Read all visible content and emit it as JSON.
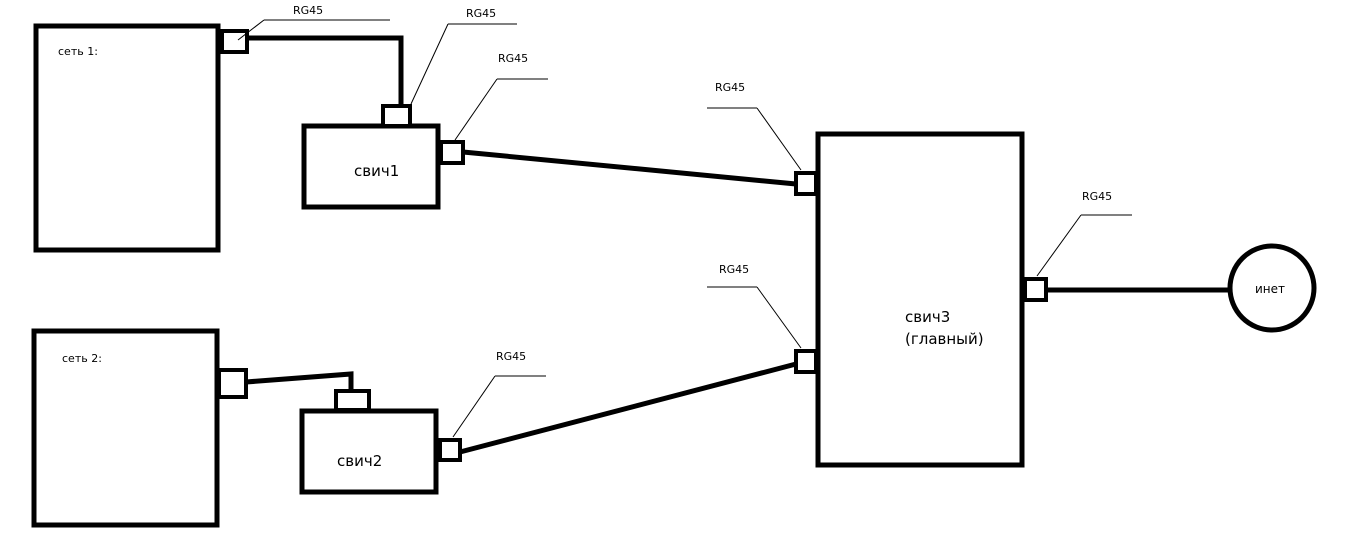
{
  "diagram": {
    "nodes": {
      "net1": {
        "label": "сеть 1:"
      },
      "net2": {
        "label": "сеть 2:"
      },
      "switch1": {
        "label": "свич1"
      },
      "switch2": {
        "label": "свич2"
      },
      "switch3": {
        "label_line1": "свич3",
        "label_line2": "(главный)"
      },
      "internet": {
        "label": "инет"
      }
    },
    "port_label": "RG45",
    "port_labels": {
      "net1_port": "RG45",
      "switch1_top_port": "RG45",
      "switch1_right_port": "RG45",
      "switch3_upper_port": "RG45",
      "switch3_lower_port": "RG45",
      "switch3_right_port": "RG45",
      "switch2_right_port": "RG45"
    },
    "edges": [
      {
        "from": "net1",
        "to": "switch1"
      },
      {
        "from": "switch1",
        "to": "switch3"
      },
      {
        "from": "net2",
        "to": "switch2"
      },
      {
        "from": "switch2",
        "to": "switch3"
      },
      {
        "from": "switch3",
        "to": "internet"
      }
    ]
  }
}
